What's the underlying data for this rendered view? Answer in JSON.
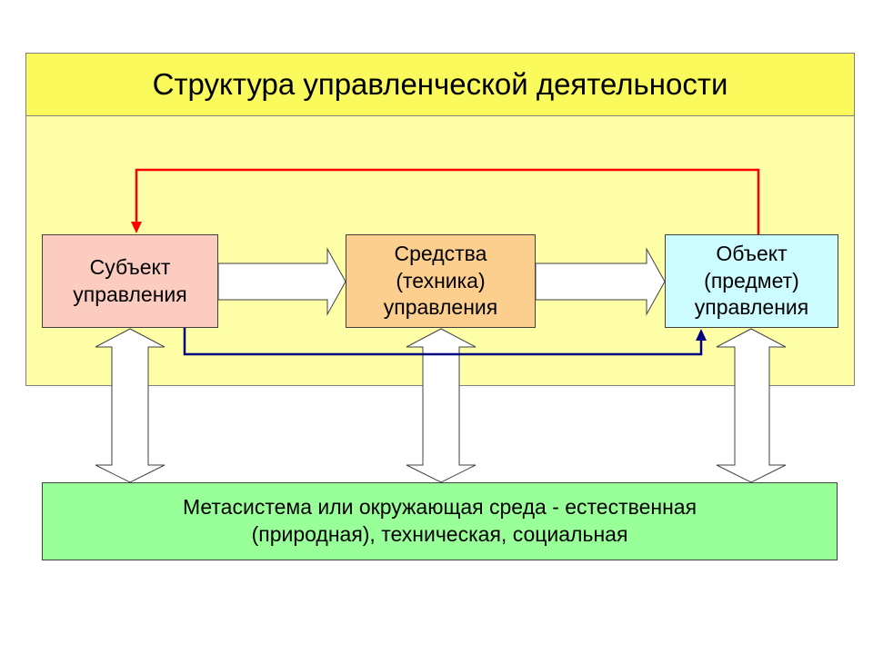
{
  "title": "Структура управленческой деятельности",
  "boxes": {
    "subject": "Субъект\nуправления",
    "means": "Средства\n(техника)\nуправления",
    "object": "Объект\n(предмет)\nуправления",
    "metasystem": "Метасистема или окружающая среда - естественная\n(природная), техническая, социальная"
  },
  "colors": {
    "title_bg": "#fafa5c",
    "panel_bg": "#ffffa8",
    "subject_bg": "#fcccc0",
    "means_bg": "#fdcf8e",
    "object_bg": "#ccfcff",
    "metasystem_bg": "#99ff99",
    "feedback_line": "#ff0000",
    "control_line": "#000080"
  }
}
